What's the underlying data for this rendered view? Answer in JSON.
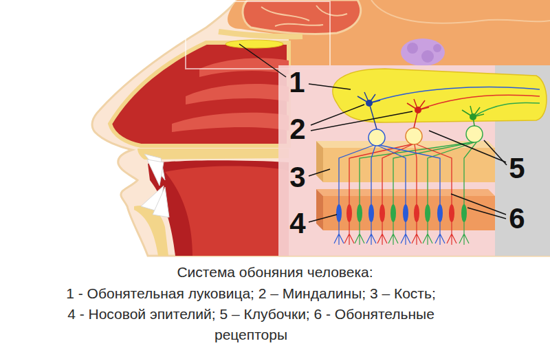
{
  "diagram": {
    "caption": "Система обоняния человека:",
    "labels": [
      "1",
      "2",
      "3",
      "4",
      "5",
      "6",
      "1 - Обонятельная луковица; 2 – Миндалины; 3 – Кость;",
      "4 - Носовой эпителий; 5 – Клубочки; 6 - Обонятельные рецепторы"
    ]
  }
}
